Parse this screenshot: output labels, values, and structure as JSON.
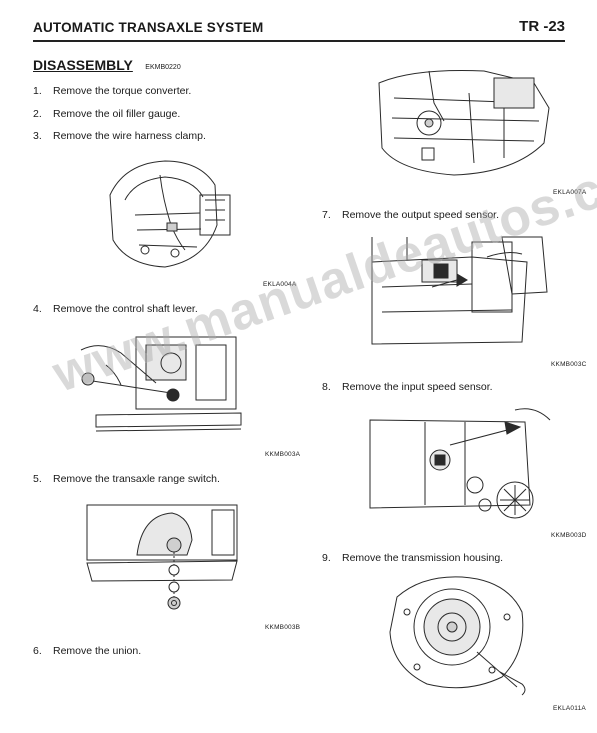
{
  "header": {
    "title": "AUTOMATIC TRANSAXLE SYSTEM",
    "page": "TR -23"
  },
  "section": {
    "title": "DISASSEMBLY",
    "code": "EKMB0220"
  },
  "steps": [
    {
      "num": "1.",
      "text": "Remove the torque converter."
    },
    {
      "num": "2.",
      "text": "Remove the oil filler gauge."
    },
    {
      "num": "3.",
      "text": "Remove the wire harness clamp."
    },
    {
      "num": "4.",
      "text": "Remove the control shaft lever."
    },
    {
      "num": "5.",
      "text": "Remove the transaxle range switch."
    },
    {
      "num": "6.",
      "text": "Remove the union."
    },
    {
      "num": "7.",
      "text": "Remove the output speed sensor."
    },
    {
      "num": "8.",
      "text": "Remove the input speed sensor."
    },
    {
      "num": "9.",
      "text": "Remove the transmission housing."
    }
  ],
  "figures": [
    {
      "code": "EKLA004A",
      "icon": "wire-harness-clamp-illustration"
    },
    {
      "code": "KKMB003A",
      "icon": "control-shaft-lever-illustration"
    },
    {
      "code": "KKMB003B",
      "icon": "range-switch-illustration"
    },
    {
      "code": "EKLA007A",
      "icon": "transaxle-assembly-illustration"
    },
    {
      "code": "KKMB003C",
      "icon": "output-speed-sensor-illustration"
    },
    {
      "code": "KKMB003D",
      "icon": "input-speed-sensor-illustration"
    },
    {
      "code": "EKLA011A",
      "icon": "transmission-housing-illustration"
    }
  ],
  "watermark": "www.manualdeautos.com"
}
